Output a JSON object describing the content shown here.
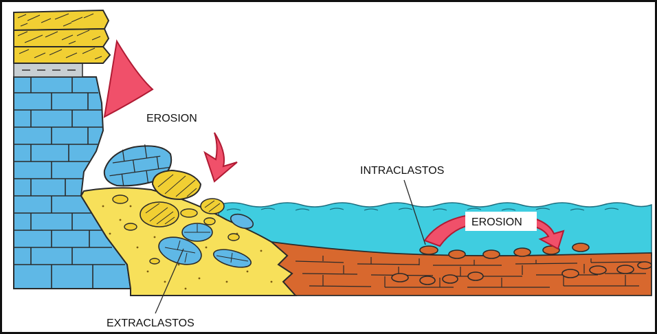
{
  "labels": {
    "erosion_top": "EROSION",
    "intraclastos": "INTRACLASTOS",
    "erosion_right": "EROSION",
    "extraclastos": "EXTRACLASTOS"
  },
  "colors": {
    "limestone_blue": "#5fb8e6",
    "sandstone_yellow": "#f1cf33",
    "slope_yellow": "#f7e05a",
    "sea_cyan": "#3fcde0",
    "sediment_orange": "#d8682e",
    "arrow_red": "#f0506a",
    "line_dark": "#2a2a2a"
  }
}
